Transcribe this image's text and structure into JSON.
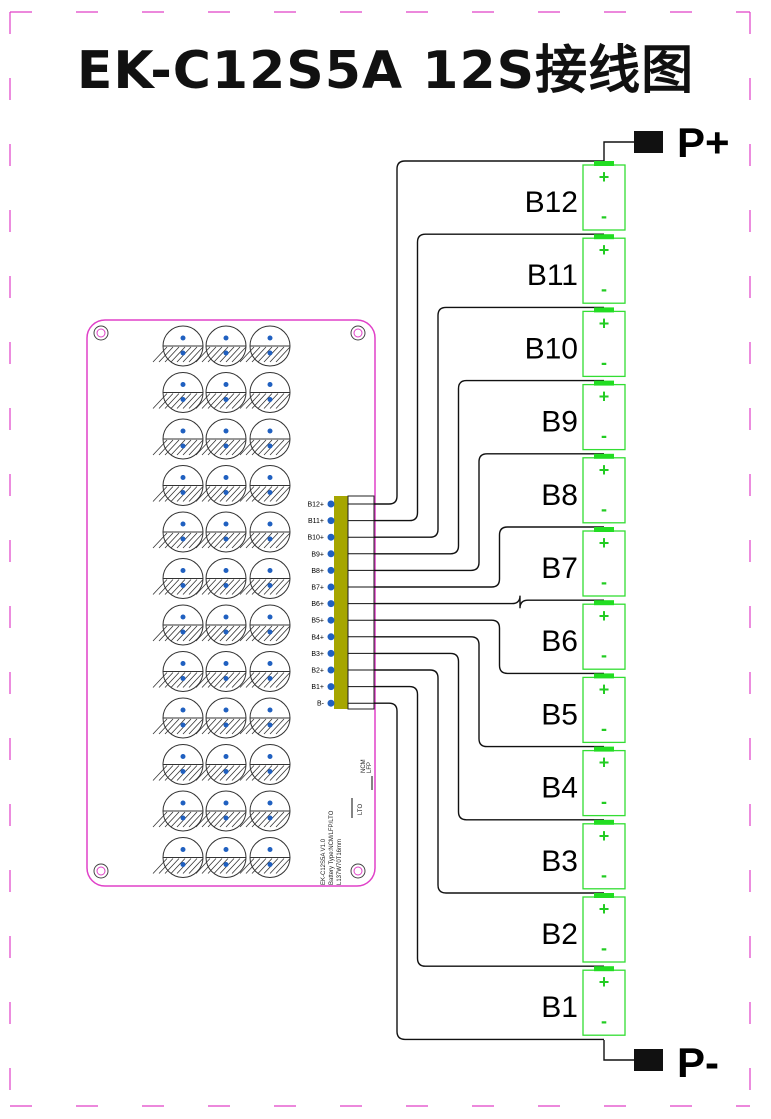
{
  "title": "EK-C12S5A  12S接线图",
  "terminals": {
    "positive": "P+",
    "negative": "P-"
  },
  "cells": [
    "B12",
    "B11",
    "B10",
    "B9",
    "B8",
    "B7",
    "B6",
    "B5",
    "B4",
    "B3",
    "B2",
    "B1"
  ],
  "pins": [
    "B12+",
    "B11+",
    "B10+",
    "B9+",
    "B8+",
    "B7+",
    "B6+",
    "B5+",
    "B4+",
    "B3+",
    "B2+",
    "B1+",
    "B-"
  ],
  "cell_polarity": {
    "plus": "+",
    "minus": "-"
  },
  "board": {
    "model": "EK-C12S5A  V1.0",
    "battery_type": "Battery Type:NCM/LFP/LTO",
    "dimensions": "L137W70T16mm",
    "jumper_ncm": "NCM",
    "jumper_lfp": "LFP",
    "jumper_lto": "LTO"
  },
  "colors": {
    "dashed_border": "#e040c8",
    "board_outline": "#e040c8",
    "cell_outline": "#33dd33",
    "connector": "#a6a600",
    "wire": "#111111",
    "pad": "#2060c0"
  }
}
